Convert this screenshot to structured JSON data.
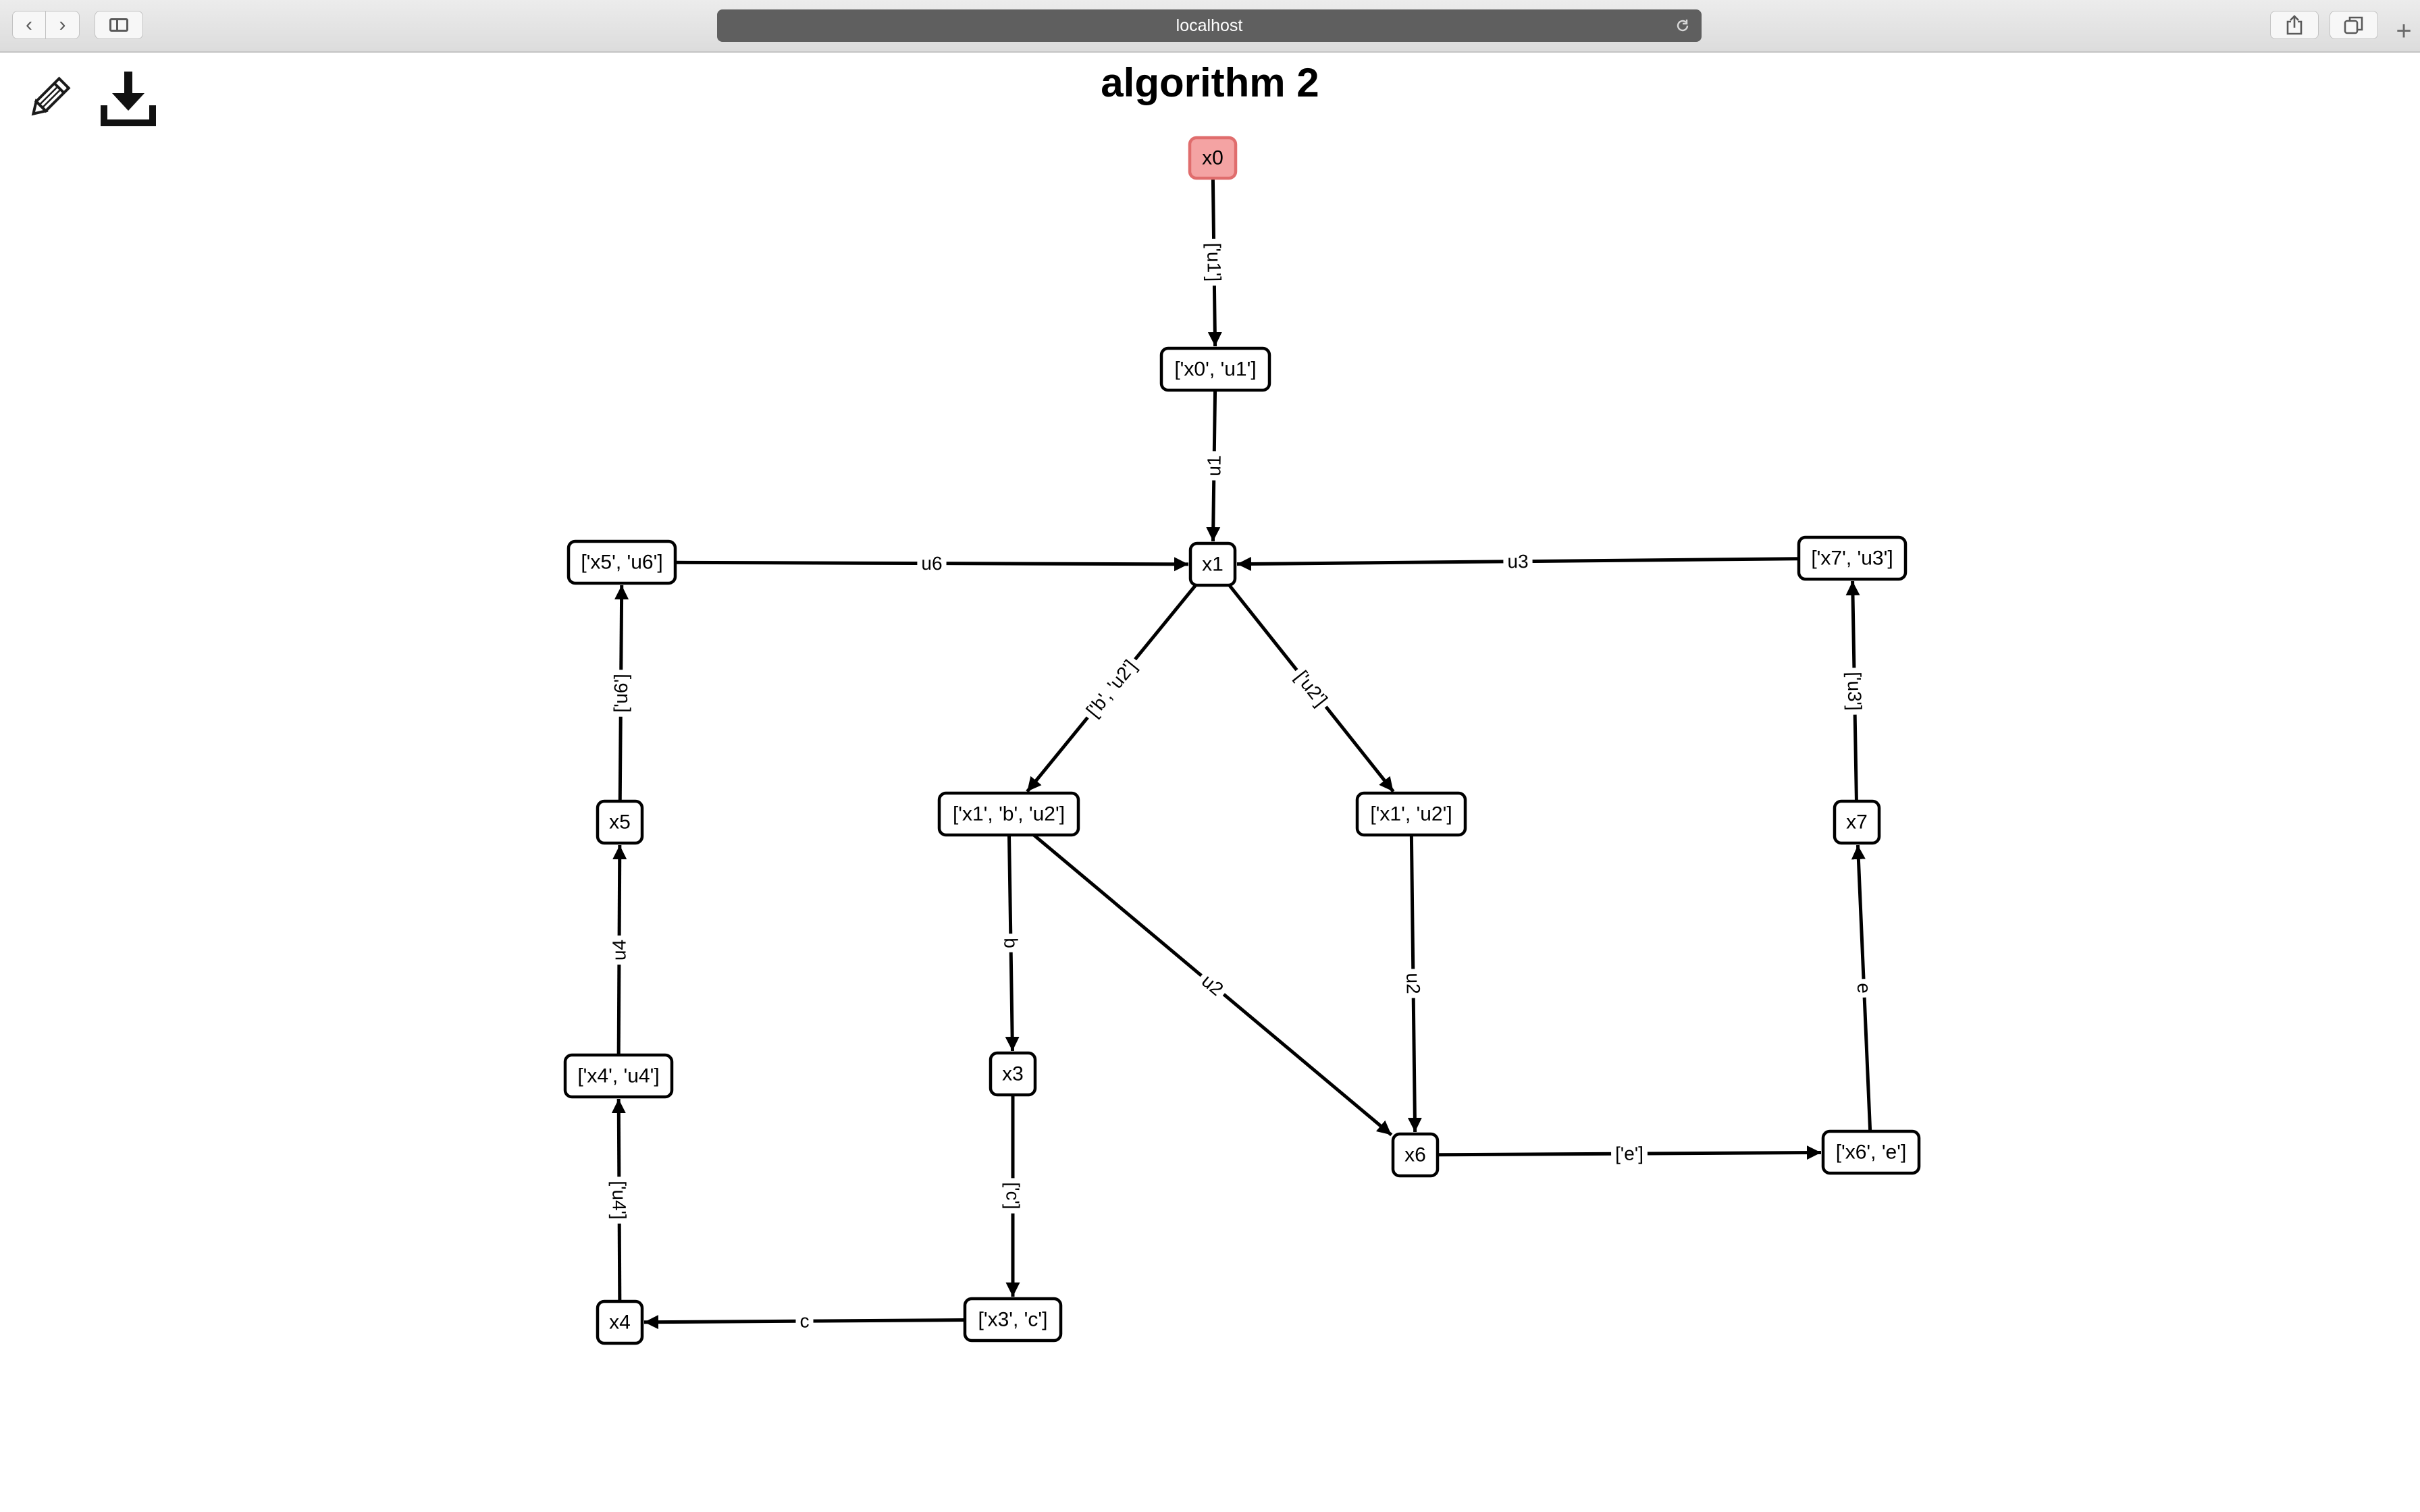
{
  "browser": {
    "url": "localhost"
  },
  "page": {
    "title": "algorithm 2",
    "tools": [
      {
        "name": "edit-pencil-icon",
        "icon": "pencil"
      },
      {
        "name": "download-icon",
        "icon": "download"
      }
    ]
  },
  "graph": {
    "nodes": [
      {
        "id": "x0",
        "label": "x0",
        "start": true
      },
      {
        "id": "x0u1",
        "label": "['x0', 'u1']"
      },
      {
        "id": "x1",
        "label": "x1"
      },
      {
        "id": "x5u6",
        "label": "['x5', 'u6']"
      },
      {
        "id": "x7u3",
        "label": "['x7', 'u3']"
      },
      {
        "id": "x1bu2",
        "label": "['x1', 'b', 'u2']"
      },
      {
        "id": "x1u2",
        "label": "['x1', 'u2']"
      },
      {
        "id": "x5",
        "label": "x5"
      },
      {
        "id": "x7",
        "label": "x7"
      },
      {
        "id": "x4u4",
        "label": "['x4', 'u4']"
      },
      {
        "id": "x3",
        "label": "x3"
      },
      {
        "id": "x6",
        "label": "x6"
      },
      {
        "id": "x6e",
        "label": "['x6', 'e']"
      },
      {
        "id": "x4",
        "label": "x4"
      },
      {
        "id": "x3c",
        "label": "['x3', 'c']"
      }
    ],
    "edges": [
      {
        "from": "x0",
        "to": "x0u1",
        "label": "['u1']"
      },
      {
        "from": "x0u1",
        "to": "x1",
        "label": "u1"
      },
      {
        "from": "x5u6",
        "to": "x1",
        "label": "u6"
      },
      {
        "from": "x7u3",
        "to": "x1",
        "label": "u3"
      },
      {
        "from": "x1",
        "to": "x1bu2",
        "label": "['b', 'u2']"
      },
      {
        "from": "x1",
        "to": "x1u2",
        "label": "['u2']"
      },
      {
        "from": "x5",
        "to": "x5u6",
        "label": "['u6']"
      },
      {
        "from": "x7",
        "to": "x7u3",
        "label": "['u3']"
      },
      {
        "from": "x4u4",
        "to": "x5",
        "label": "u4"
      },
      {
        "from": "x1bu2",
        "to": "x3",
        "label": "b"
      },
      {
        "from": "x1bu2",
        "to": "x6",
        "label": "u2"
      },
      {
        "from": "x1u2",
        "to": "x6",
        "label": "u2"
      },
      {
        "from": "x6e",
        "to": "x7",
        "label": "e"
      },
      {
        "from": "x4",
        "to": "x4u4",
        "label": "['u4']"
      },
      {
        "from": "x3",
        "to": "x3c",
        "label": "['c']"
      },
      {
        "from": "x6",
        "to": "x6e",
        "label": "['e']"
      },
      {
        "from": "x3c",
        "to": "x4",
        "label": "c"
      }
    ]
  }
}
